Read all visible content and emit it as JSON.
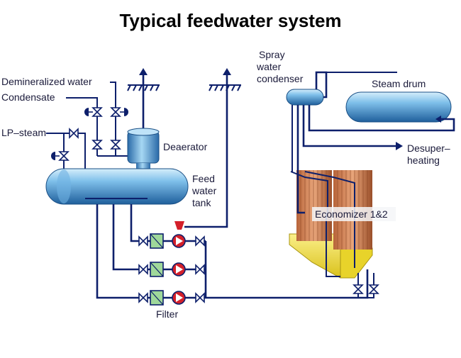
{
  "title": "Typical feedwater system",
  "labels": {
    "demin_water": "Demineralized water",
    "condensate": "Condensate",
    "lp_steam": "LP–steam",
    "deaerator": "Deaerator",
    "feed_water_tank_1": "Feed",
    "feed_water_tank_2": "water",
    "feed_water_tank_3": "tank",
    "spray_1": "Spray",
    "spray_2": "water",
    "spray_3": "condenser",
    "steam_drum": "Steam drum",
    "desuper_1": "Desuper–",
    "desuper_2": "heating",
    "economizer": "Economizer 1&2",
    "filter": "Filter"
  },
  "colors": {
    "pipe": "#0d1f6b",
    "vessel_light": "#9fd3f2",
    "vessel_dark": "#2a78b8",
    "pump_red": "#d4202a",
    "filter_green": "#8fd08a",
    "valve_fill": "#ffffff",
    "economizer_copper": "#c8784a",
    "hopper_yellow": "#f2de2b"
  }
}
